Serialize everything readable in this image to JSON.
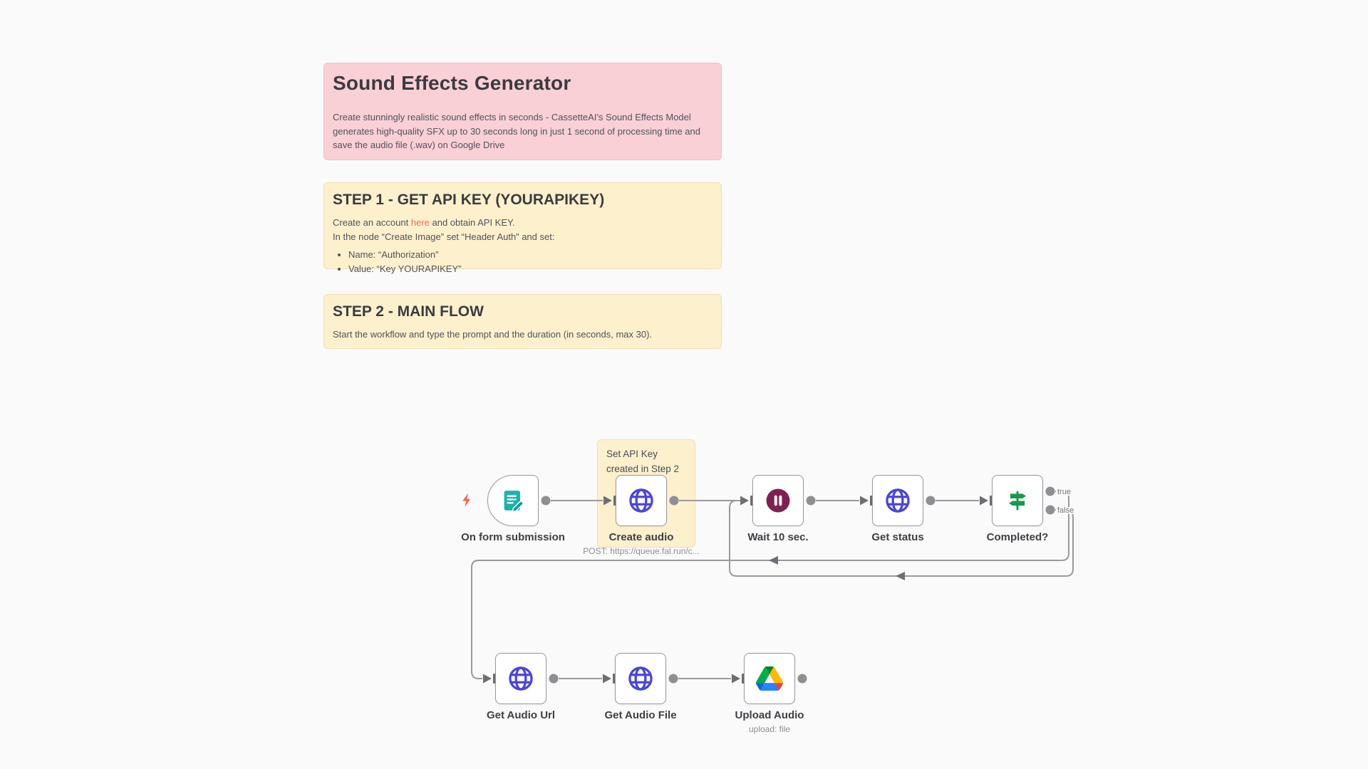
{
  "notes": {
    "main": {
      "title": "Sound Effects Generator",
      "body": "Create stunningly realistic sound effects in seconds - CassetteAI's Sound Effects Model generates high-quality SFX up to 30 seconds long in just 1 second of processing time and save the audio file (.wav) on Google Drive"
    },
    "step1": {
      "title": "STEP 1 - GET API KEY (YOURAPIKEY)",
      "line1_pre": "Create an account ",
      "line1_link": "here",
      "line1_post": " and obtain API KEY.",
      "line2": "In the node “Create Image” set “Header Auth” and set:",
      "bullets": [
        "Name: “Authorization”",
        "Value: “Key YOURAPIKEY”"
      ]
    },
    "step2": {
      "title": "STEP 2 - MAIN FLOW",
      "body": "Start the workflow and type the prompt and the duration (in seconds, max 30)."
    },
    "api_key": {
      "text": "Set API Key created in Step 2"
    }
  },
  "workflow": {
    "nodes": [
      {
        "label": "On form submission",
        "sublabel": ""
      },
      {
        "label": "Create audio",
        "sublabel": "POST: https://queue.fal.run/c..."
      },
      {
        "label": "Wait 10 sec.",
        "sublabel": ""
      },
      {
        "label": "Get status",
        "sublabel": ""
      },
      {
        "label": "Completed?",
        "sublabel": ""
      },
      {
        "label": "Get Audio Url",
        "sublabel": ""
      },
      {
        "label": "Get Audio File",
        "sublabel": ""
      },
      {
        "label": "Upload Audio",
        "sublabel": "upload: file"
      }
    ],
    "branch_true": "true",
    "branch_false": "false"
  },
  "colors": {
    "canvas-bg": "#fafafa",
    "note-pink": "#f9d0d6",
    "note-pink-border": "#eec1c9",
    "note-yellow": "#fcf0cd",
    "note-yellow-border": "#eedfb8",
    "node-border": "#98989e",
    "wire": "#9a9a9e",
    "connector": "#6e6e73",
    "port": "#8e8e93",
    "link": "#e8705f",
    "bolt": "#ff5d49",
    "globe": "#4a46d9",
    "wait": "#7f2150",
    "switch": "#18994f",
    "form": "#1ab3ab",
    "form-dark": "#0d9e98",
    "drive-green": "#00ac47",
    "drive-yellow": "#ffba00",
    "drive-blue": "#2684fc"
  }
}
